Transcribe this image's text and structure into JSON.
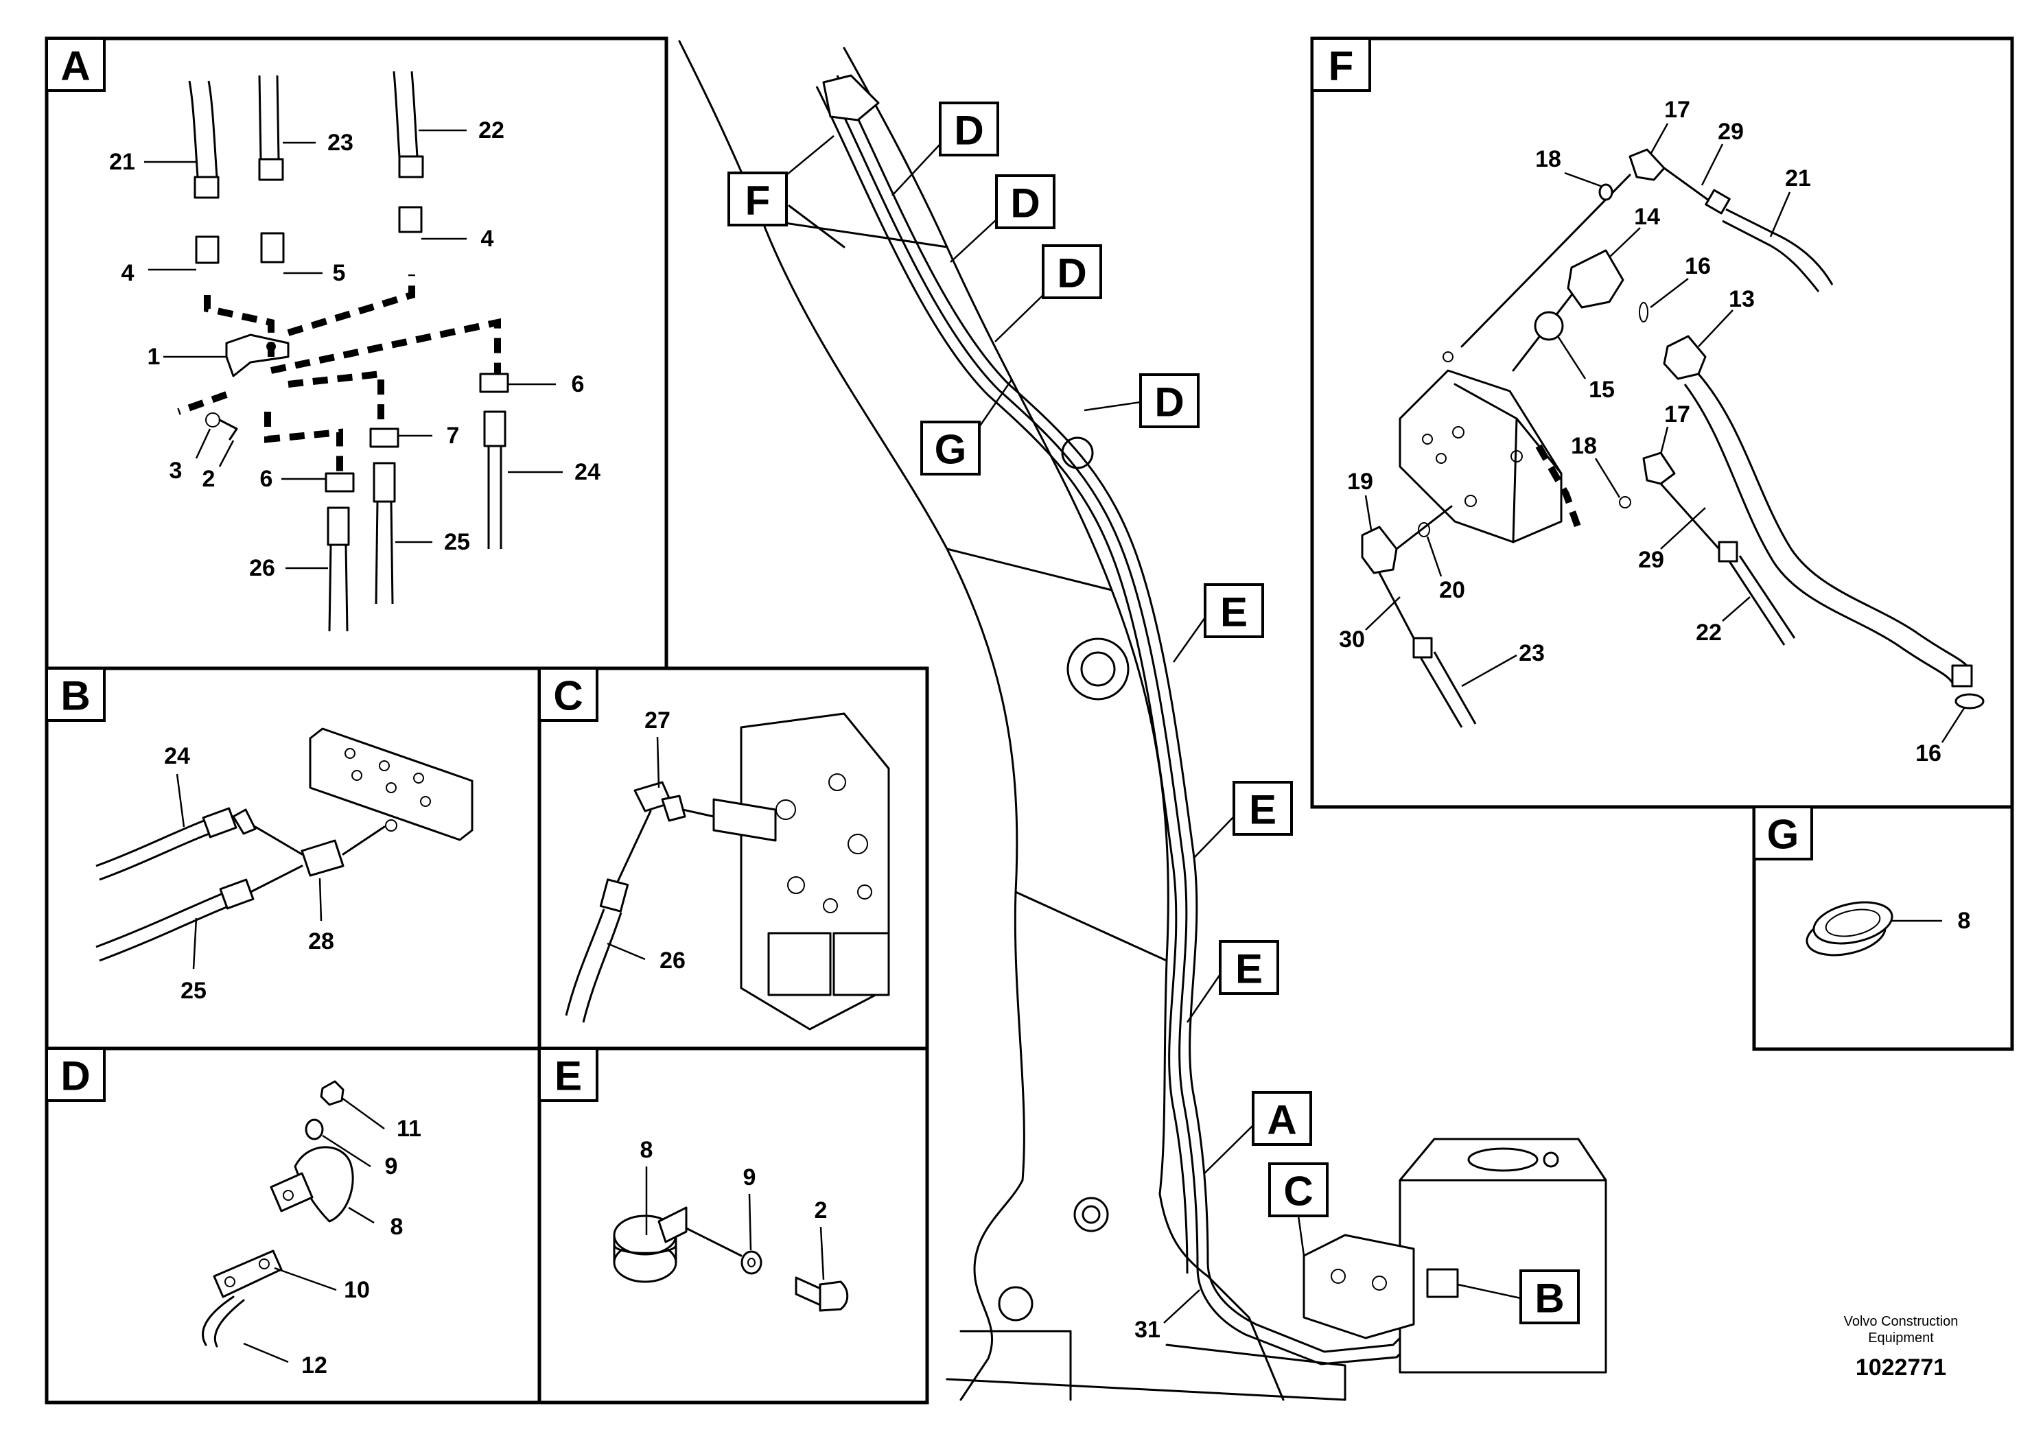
{
  "callouts": {
    "A": "A",
    "B": "B",
    "C": "C",
    "D": "D",
    "E": "E",
    "F": "F",
    "G": "G"
  },
  "parts": {
    "p1": "1",
    "p2": "2",
    "p3": "3",
    "p4": "4",
    "p5": "5",
    "p6": "6",
    "p7": "7",
    "p8": "8",
    "p9": "9",
    "p10": "10",
    "p11": "11",
    "p12": "12",
    "p13": "13",
    "p14": "14",
    "p15": "15",
    "p16": "16",
    "p17": "17",
    "p18": "18",
    "p19": "19",
    "p20": "20",
    "p21": "21",
    "p22": "22",
    "p23": "23",
    "p24": "24",
    "p25": "25",
    "p26": "26",
    "p27": "27",
    "p28": "28",
    "p29": "29",
    "p30": "30",
    "p31": "31"
  },
  "footer": {
    "company_line1": "Volvo Construction",
    "company_line2": "Equipment",
    "drawing_number": "1022771"
  }
}
